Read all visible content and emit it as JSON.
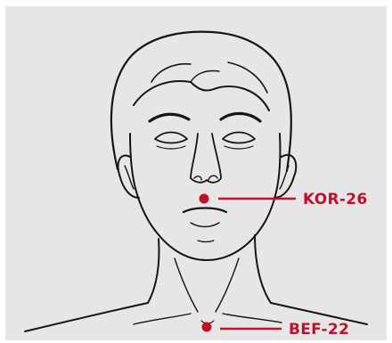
{
  "accent_color": "#c0102a",
  "points": [
    {
      "id": "kor",
      "label": "KOR-26",
      "location": "philtrum"
    },
    {
      "id": "bef",
      "label": "BEF-22",
      "location": "suprasternal-notch"
    }
  ],
  "figure": {
    "subject": "head-and-neck-front-view"
  }
}
